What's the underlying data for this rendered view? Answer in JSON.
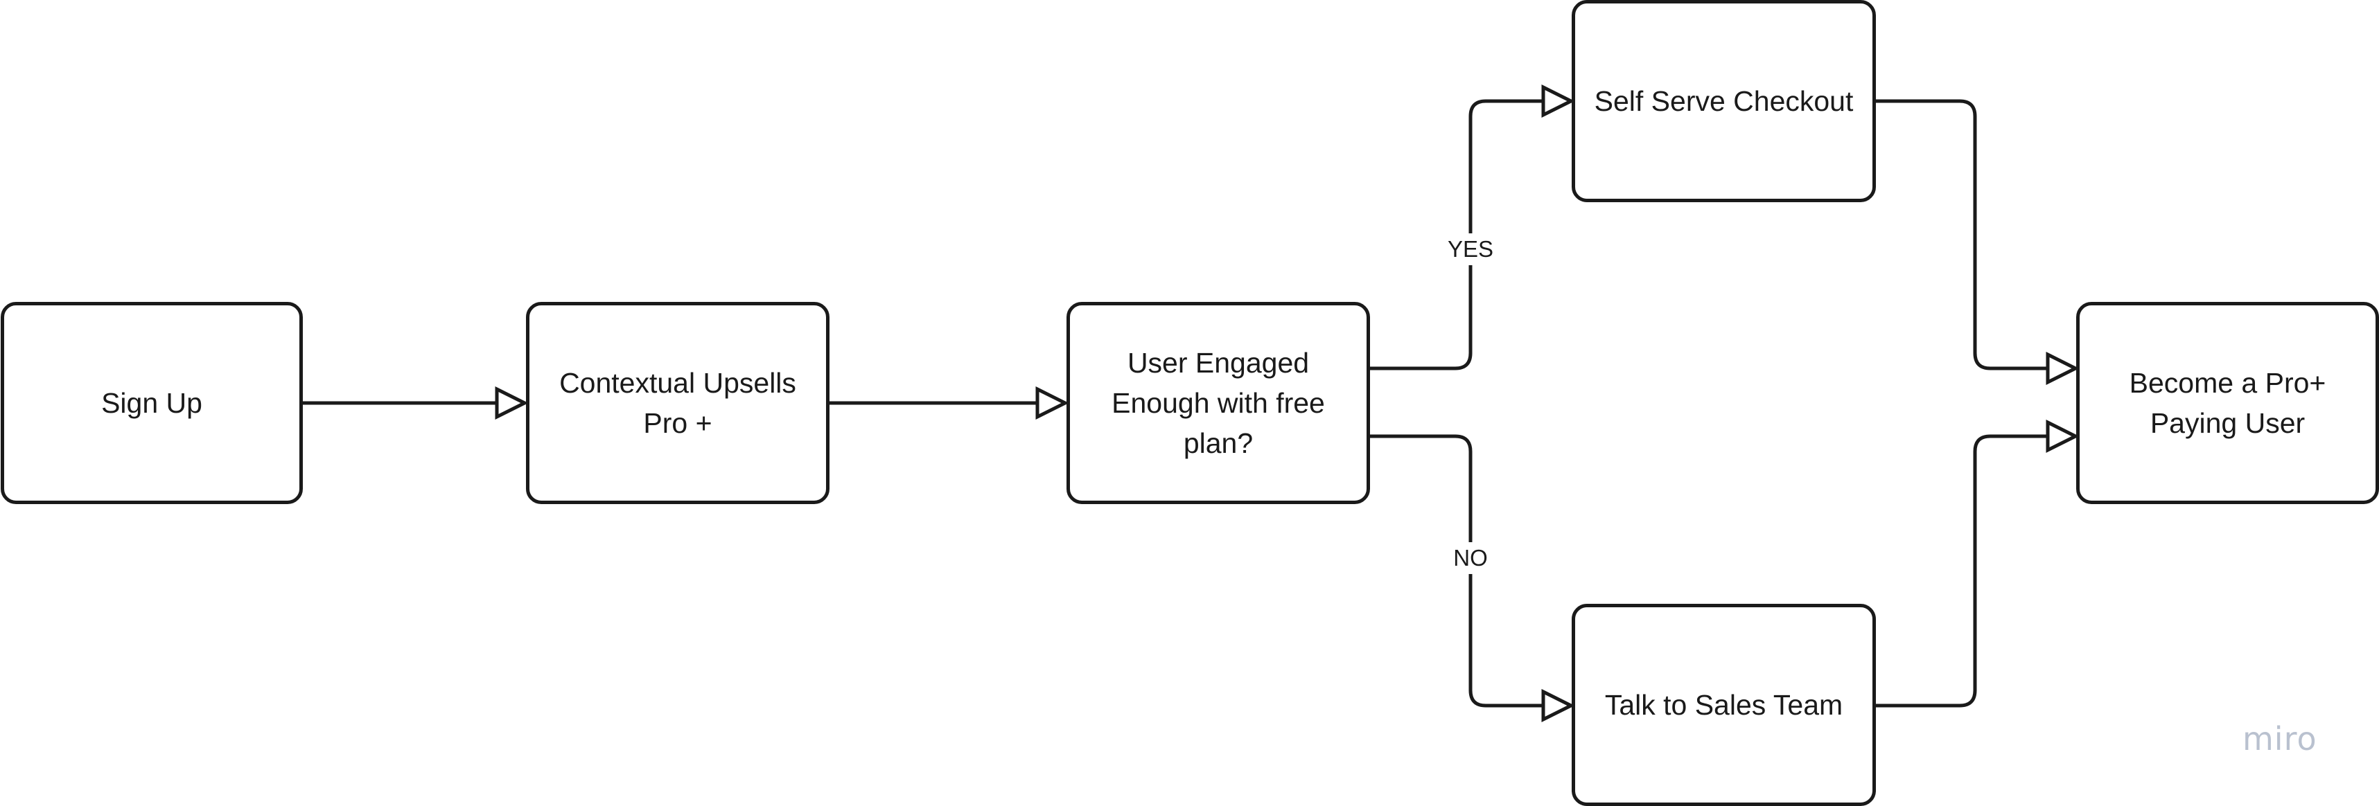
{
  "nodes": {
    "sign_up": "Sign Up",
    "contextual_upsells": "Contextual Upsells Pro +",
    "user_engaged": "User Engaged Enough with free plan?",
    "self_serve": "Self Serve Checkout",
    "talk_to_sales": "Talk to Sales Team",
    "become_pro": "Become a Pro+ Paying User"
  },
  "edge_labels": {
    "yes": "YES",
    "no": "NO"
  },
  "watermark": "miro",
  "colors": {
    "stroke": "#1a1a1a",
    "watermark": "#b9c1cf"
  }
}
